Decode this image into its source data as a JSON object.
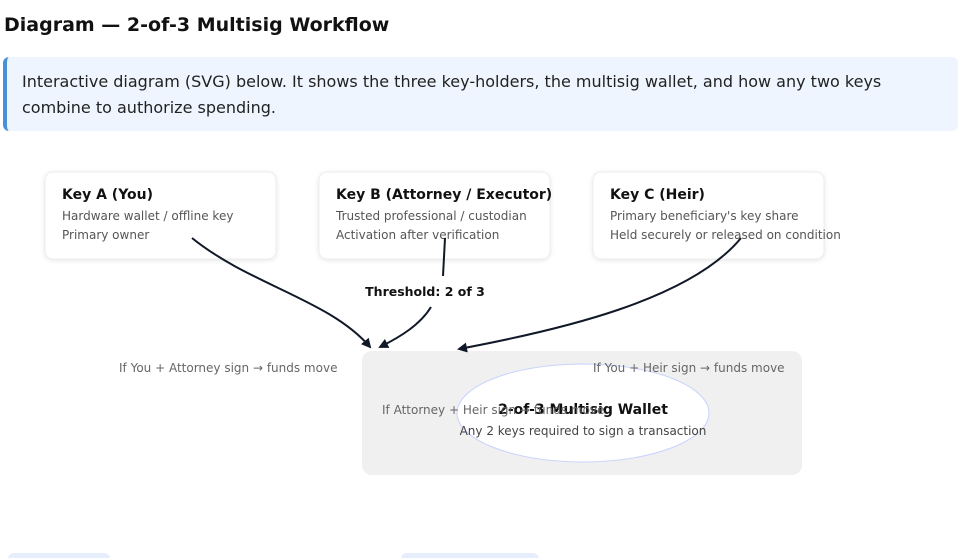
{
  "page": {
    "title": "Diagram — 2-of-3 Multisig Workflow",
    "note": "Interactive diagram (SVG) below. It shows the three key-holders, the multisig wallet, and how any two keys combine to authorize spending."
  },
  "diagram": {
    "keys": [
      {
        "title": "Key A (You)",
        "line1": "Hardware wallet / offline key",
        "line2": "Primary owner"
      },
      {
        "title": "Key B (Attorney / Executor)",
        "line1": "Trusted professional / custodian",
        "line2": "Activation after verification"
      },
      {
        "title": "Key C (Heir)",
        "line1": "Primary beneficiary's key share",
        "line2": "Held securely or released on condition"
      }
    ],
    "threshold_label": "Threshold: 2 of 3",
    "wallet": {
      "title": "2-of-3 Multisig Wallet",
      "subtitle": "Any 2 keys required to sign a transaction"
    },
    "combos": [
      "If You + Attorney sign → funds move",
      "If You + Heir sign → funds move",
      "If Attorney + Heir sign → funds move"
    ]
  },
  "colors": {
    "arrow": "#111827",
    "wallet_bg": "#f0f0f0",
    "ellipse_stroke": "#c7d2fe",
    "note_bg": "#eef5fe",
    "note_border": "#4a90d9"
  }
}
